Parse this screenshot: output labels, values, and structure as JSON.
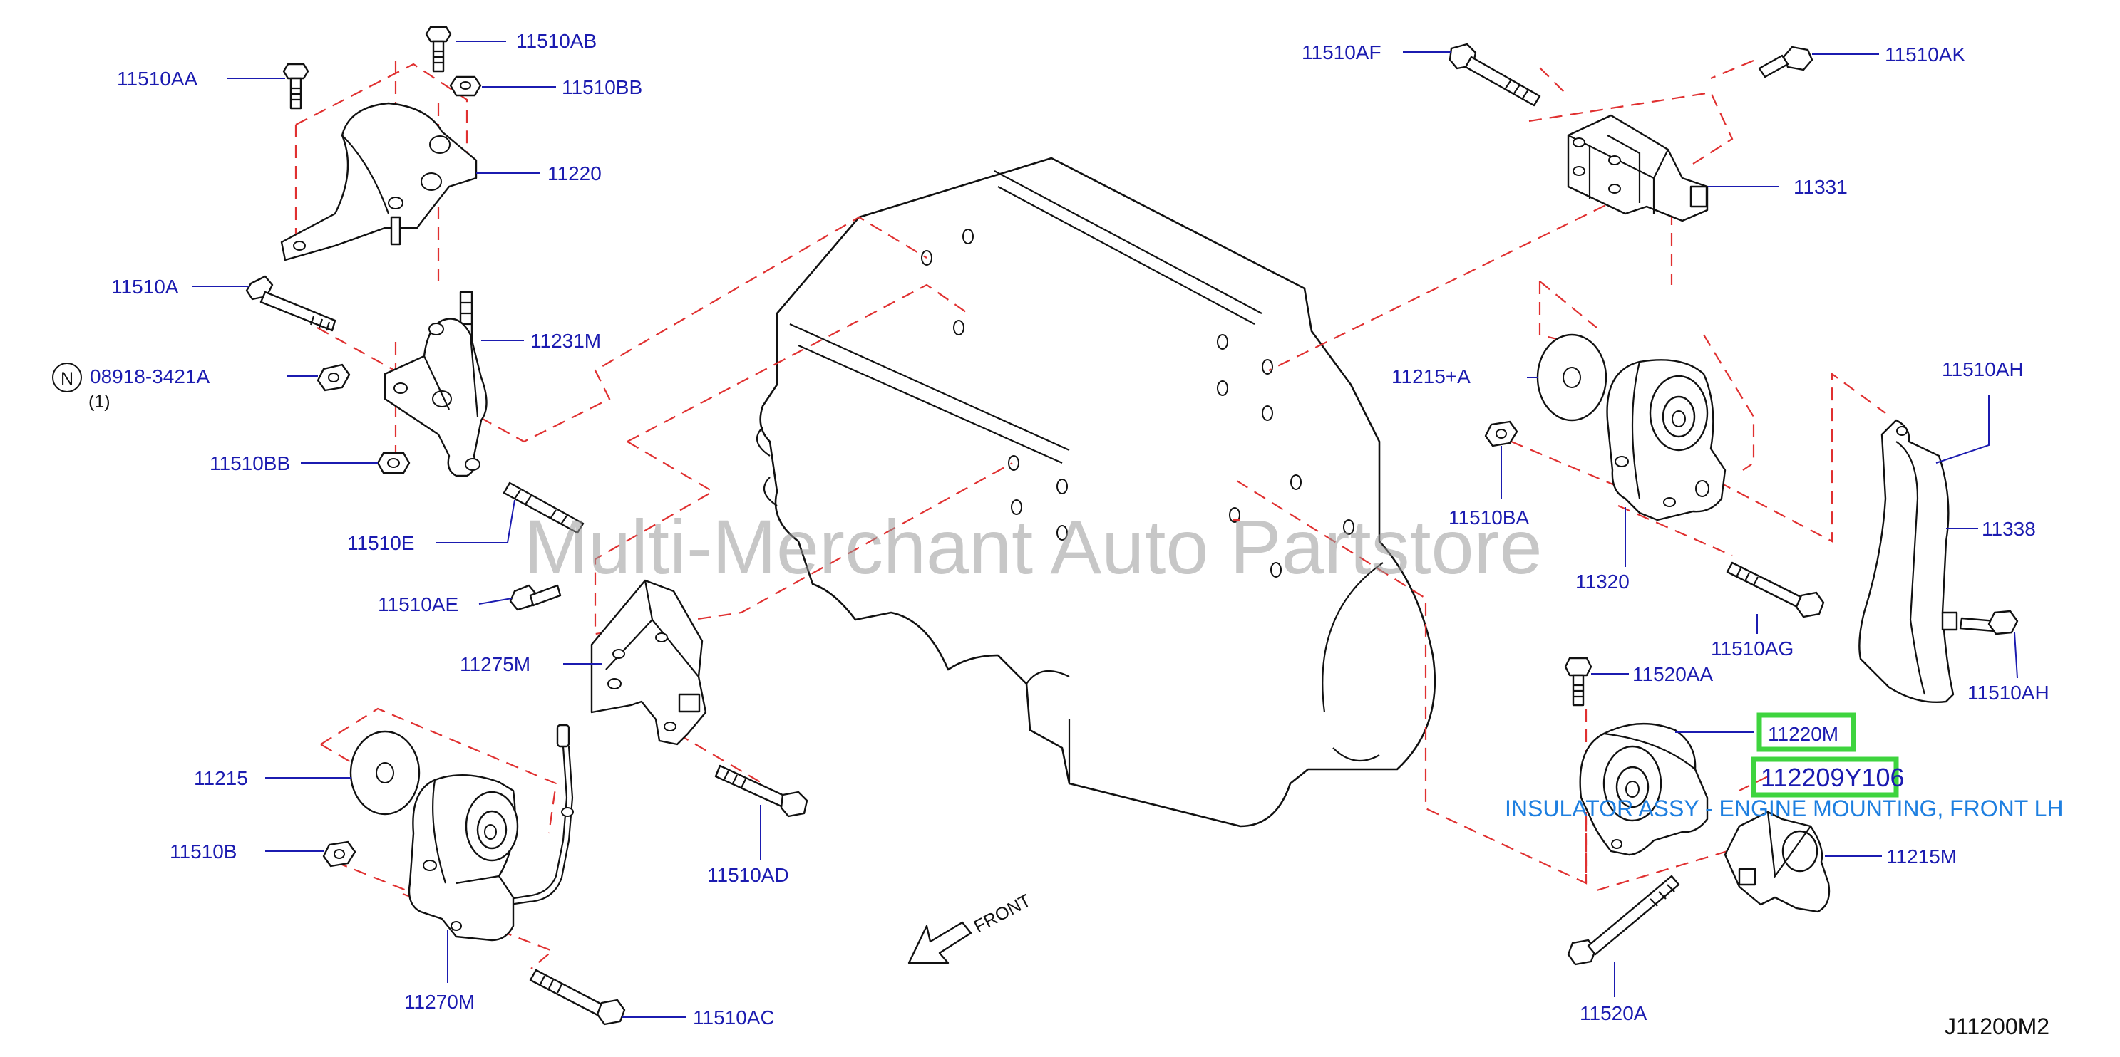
{
  "watermark": "Multi-Merchant Auto Partstore",
  "diagram_code": "J11200M2",
  "front_label": "FRONT",
  "note_symbol": "N",
  "note_part": "08918-3421A",
  "note_qty": "(1)",
  "labels": {
    "p11510AB": "11510AB",
    "p11510AA": "11510AA",
    "p11510BB_top": "11510BB",
    "p11220": "11220",
    "p11510A": "11510A",
    "p11231M": "11231M",
    "p11510BB_bot": "11510BB",
    "p11510E": "11510E",
    "p11510AE": "11510AE",
    "p11275M": "11275M",
    "p11215": "11215",
    "p11510B": "11510B",
    "p11510AD": "11510AD",
    "p11270M": "11270M",
    "p11510AC": "11510AC",
    "p11510AF": "11510AF",
    "p11510AK": "11510AK",
    "p11331": "11331",
    "p11215A": "11215+A",
    "p11510AH_top": "11510AH",
    "p11510BA": "11510BA",
    "p11338": "11338",
    "p11320": "11320",
    "p11510AG": "11510AG",
    "p11510AH_bot": "11510AH",
    "p11520AA": "11520AA",
    "p11215M": "11215M",
    "p11520A": "11520A"
  },
  "highlight": {
    "part": "11220M",
    "part_number": "112209Y106",
    "description": "INSULATOR ASSY - ENGINE MOUNTING, FRONT LH",
    "box_color": "#3ed43e"
  },
  "colors": {
    "label": "#1b1bb0",
    "dashed_guide": "#e03030",
    "line_art": "#111111",
    "description": "#1e7fe0"
  }
}
